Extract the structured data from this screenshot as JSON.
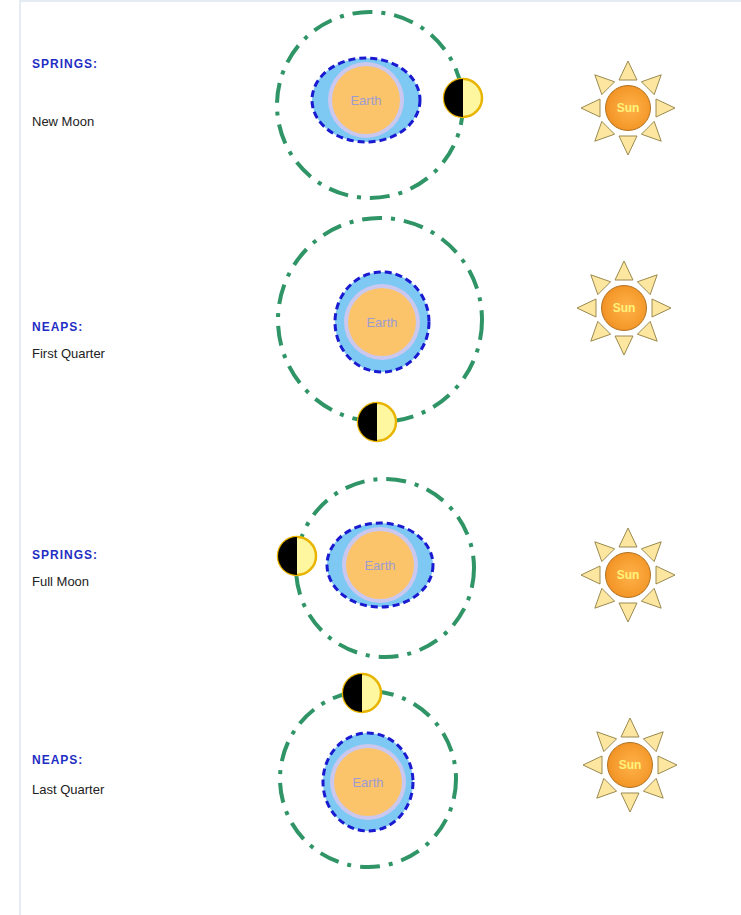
{
  "diagram": {
    "nodes": [
      {
        "text": [
          "Earth"
        ]
      },
      {
        "text": [
          "Sun"
        ]
      },
      {
        "text": [
          "Earth"
        ]
      },
      {
        "text": [
          "Sun"
        ]
      },
      {
        "text": [
          "Earth"
        ]
      },
      {
        "text": [
          "Sun"
        ]
      },
      {
        "text": [
          "Earth"
        ]
      },
      {
        "text": [
          "Sun"
        ]
      }
    ],
    "labels": [
      "SPRINGS:",
      "New Moon",
      "NEAPS:",
      "First Quarter",
      "SPRINGS:",
      "Full Moon",
      "NEAPS:",
      "Last Quarter"
    ]
  }
}
